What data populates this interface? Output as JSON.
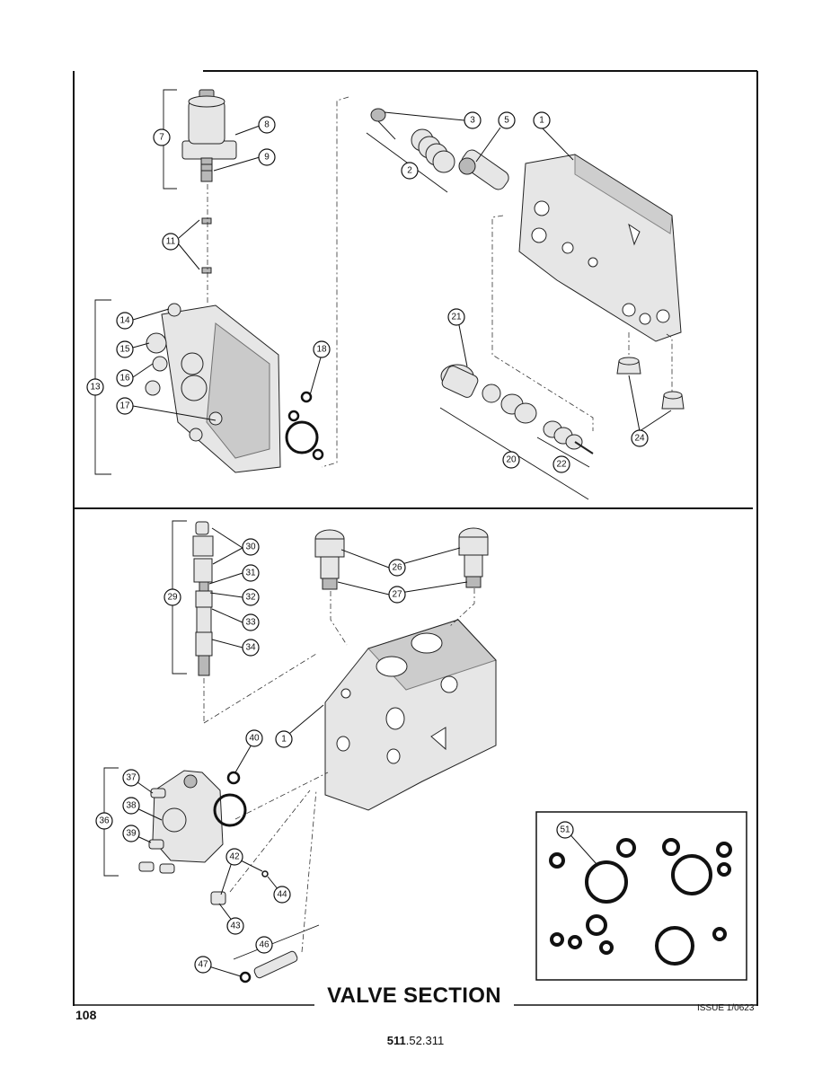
{
  "footer": {
    "page_number": "108",
    "section_title": "VALVE SECTION",
    "issue": "ISSUE 1/0623",
    "doc_number_bold": "511",
    "doc_number_rest": ".52.311"
  },
  "callouts": {
    "c1": "1",
    "c2": "2",
    "c3": "3",
    "c5": "5",
    "c7": "7",
    "c8": "8",
    "c9": "9",
    "c11": "11",
    "c13": "13",
    "c14": "14",
    "c15": "15",
    "c16": "16",
    "c17": "17",
    "c18": "18",
    "c20": "20",
    "c21": "21",
    "c22": "22",
    "c24": "24",
    "c26": "26",
    "c27": "27",
    "c29": "29",
    "c30": "30",
    "c31": "31",
    "c32": "32",
    "c33": "33",
    "c34": "34",
    "c1b": "1",
    "c36": "36",
    "c37": "37",
    "c38": "38",
    "c39": "39",
    "c40": "40",
    "c42": "42",
    "c43": "43",
    "c44": "44",
    "c46": "46",
    "c47": "47",
    "c51": "51"
  }
}
